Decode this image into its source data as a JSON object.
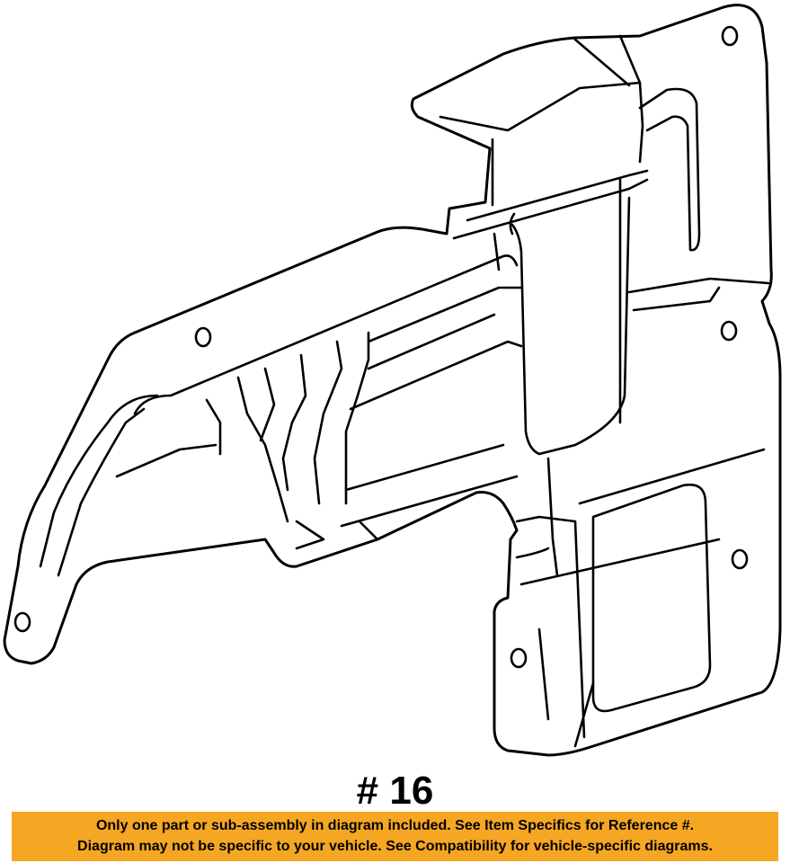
{
  "diagram": {
    "part_label": "# 16",
    "part_icon": "bracket-outline-drawing"
  },
  "banner": {
    "line1": "Only one part or sub-assembly in diagram included. See Item Specifics for Reference #.",
    "line2": "Diagram may not be specific to your vehicle. See Compatibility for vehicle-specific diagrams.",
    "background_color": "#f5a623",
    "text_color": "#000000"
  }
}
